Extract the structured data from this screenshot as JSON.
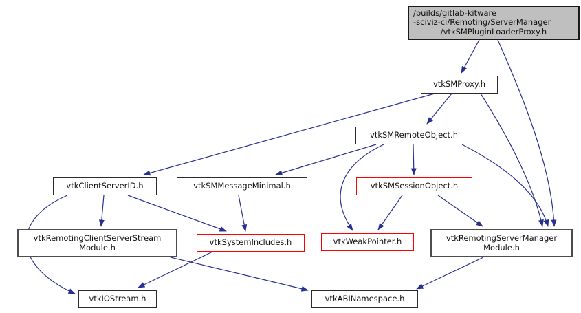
{
  "graph": {
    "type": "include-dependency-graph",
    "background_color": "#ffffff",
    "edge_color": "#27308f",
    "red_border_color": "#ff0000",
    "root_fill_color": "#bfbfbf",
    "nodes": {
      "plugin_loader_proxy": {
        "line1": "/builds/gitlab-kitware",
        "line2": "-sciviz-ci/Remoting/ServerManager",
        "line3": "/vtkSMPluginLoaderProxy.h"
      },
      "sm_proxy": {
        "label": "vtkSMProxy.h"
      },
      "sm_remote_object": {
        "label": "vtkSMRemoteObject.h"
      },
      "client_server_id": {
        "label": "vtkClientServerID.h"
      },
      "sm_message_minimal": {
        "label": "vtkSMMessageMinimal.h"
      },
      "sm_session_object": {
        "label": "vtkSMSessionObject.h"
      },
      "remoting_client_server_stream_module": {
        "line1": "vtkRemotingClientServerStream",
        "line2": "Module.h"
      },
      "system_includes": {
        "label": "vtkSystemIncludes.h"
      },
      "weak_pointer": {
        "label": "vtkWeakPointer.h"
      },
      "remoting_server_manager_module": {
        "line1": "vtkRemotingServerManager",
        "line2": "Module.h"
      },
      "io_stream": {
        "label": "vtkIOStream.h"
      },
      "abi_namespace": {
        "label": "vtkABINamespace.h"
      }
    },
    "edges": [
      {
        "from": "plugin_loader_proxy",
        "to": "sm_proxy"
      },
      {
        "from": "plugin_loader_proxy",
        "to": "remoting_server_manager_module"
      },
      {
        "from": "sm_proxy",
        "to": "client_server_id"
      },
      {
        "from": "sm_proxy",
        "to": "sm_remote_object"
      },
      {
        "from": "sm_proxy",
        "to": "remoting_server_manager_module"
      },
      {
        "from": "sm_remote_object",
        "to": "sm_message_minimal"
      },
      {
        "from": "sm_remote_object",
        "to": "sm_session_object"
      },
      {
        "from": "sm_remote_object",
        "to": "weak_pointer"
      },
      {
        "from": "sm_remote_object",
        "to": "remoting_server_manager_module"
      },
      {
        "from": "sm_session_object",
        "to": "weak_pointer"
      },
      {
        "from": "sm_session_object",
        "to": "remoting_server_manager_module"
      },
      {
        "from": "client_server_id",
        "to": "remoting_client_server_stream_module"
      },
      {
        "from": "client_server_id",
        "to": "system_includes"
      },
      {
        "from": "client_server_id",
        "to": "io_stream"
      },
      {
        "from": "sm_message_minimal",
        "to": "system_includes"
      },
      {
        "from": "system_includes",
        "to": "io_stream"
      },
      {
        "from": "remoting_client_server_stream_module",
        "to": "abi_namespace"
      },
      {
        "from": "remoting_server_manager_module",
        "to": "abi_namespace"
      }
    ]
  }
}
